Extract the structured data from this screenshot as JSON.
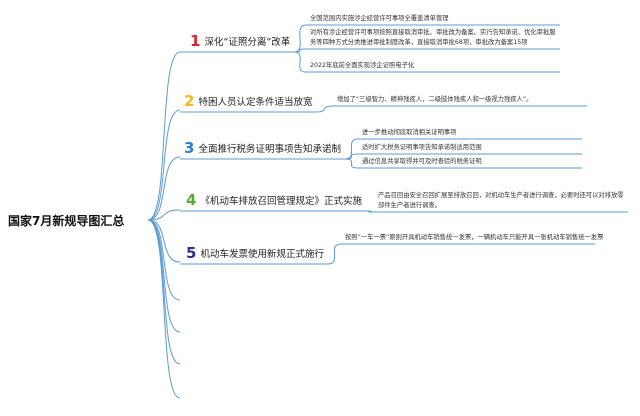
{
  "root": {
    "title": "国家7月新规导图汇总"
  },
  "colors": {
    "line": "#5b9bd5",
    "num1": "#d9262b",
    "num2": "#f3b81a",
    "num3": "#2e7fd6",
    "num4": "#5aa832",
    "num5": "#2c2e8c"
  },
  "branches": [
    {
      "number": "1",
      "label": "深化“证照分离”改革",
      "leaves": [
        "全国范围内实施涉企经营许可事项全覆盖清单管理",
        "对所有涉企经营许可事项按照直接取消审批、审批改为备案、实行告知承诺、优化审批服务等四种方式分类推进审批制度改革，直接取消审批68项，审批改为备案15项",
        "2022年底前全面实现涉企证照电子化"
      ]
    },
    {
      "number": "2",
      "label": "特困人员认定条件适当放宽",
      "leaves": [
        "增加了“三级智力、精神残疾人，二级肢体残疾人和一级视力残疾人”。"
      ]
    },
    {
      "number": "3",
      "label": "全面推行税务证明事项告知承诺制",
      "leaves": [
        "进一步推动彻底取消相关证明事项",
        "适时扩大税务证明事项告知承诺制适用范围",
        "通过信息共享取得并可及时查验的税务证明"
      ]
    },
    {
      "number": "4",
      "label": "《机动车排放召回管理规定》正式实施",
      "leaves": [
        "产品召回由安全召回扩展至排放召回，对机动车生产者进行调查，必要时还可以对排放零部件生产者进行调查。"
      ]
    },
    {
      "number": "5",
      "label": "机动车发票使用新规正式施行",
      "leaves": [
        "按照“一车一票”原则开具机动车销售统一发票，一辆机动车只能开具一张机动车销售统一发票"
      ]
    }
  ]
}
